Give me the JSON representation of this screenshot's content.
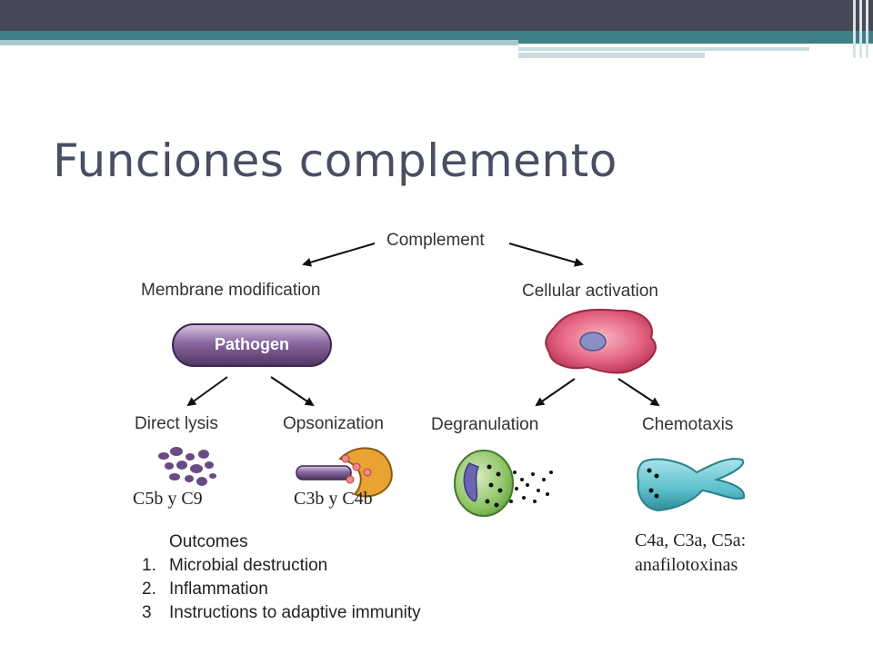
{
  "slide": {
    "title": "Funciones complemento"
  },
  "diagram": {
    "root": "Complement",
    "left_branch": "Membrane modification",
    "right_branch": "Cellular activation",
    "pathogen_label": "Pathogen",
    "left_outcomes": [
      "Direct lysis",
      "Opsonization"
    ],
    "right_outcomes": [
      "Degranulation",
      "Chemotaxis"
    ],
    "annotations": {
      "lysis": "C5b y C9",
      "opsonization": "C3b y C4b",
      "anaphylatoxins_line1": "C4a, C3a, C5a:",
      "anaphylatoxins_line2": "anafilotoxinas"
    },
    "outcomes_heading": "Outcomes",
    "outcomes": [
      {
        "num": "1.",
        "text": "Microbial destruction"
      },
      {
        "num": "2.",
        "text": "Inflammation"
      },
      {
        "num": "3",
        "text": "Instructions to adaptive immunity"
      }
    ]
  },
  "colors": {
    "header_dark": "#464858",
    "header_teal": "#3e7f86",
    "pathogen_purple": "#7a5a8e",
    "cell_pink": "#e0607a",
    "granulocyte_green": "#7fb85a",
    "chemotaxis_cyan": "#5ec0cc"
  }
}
